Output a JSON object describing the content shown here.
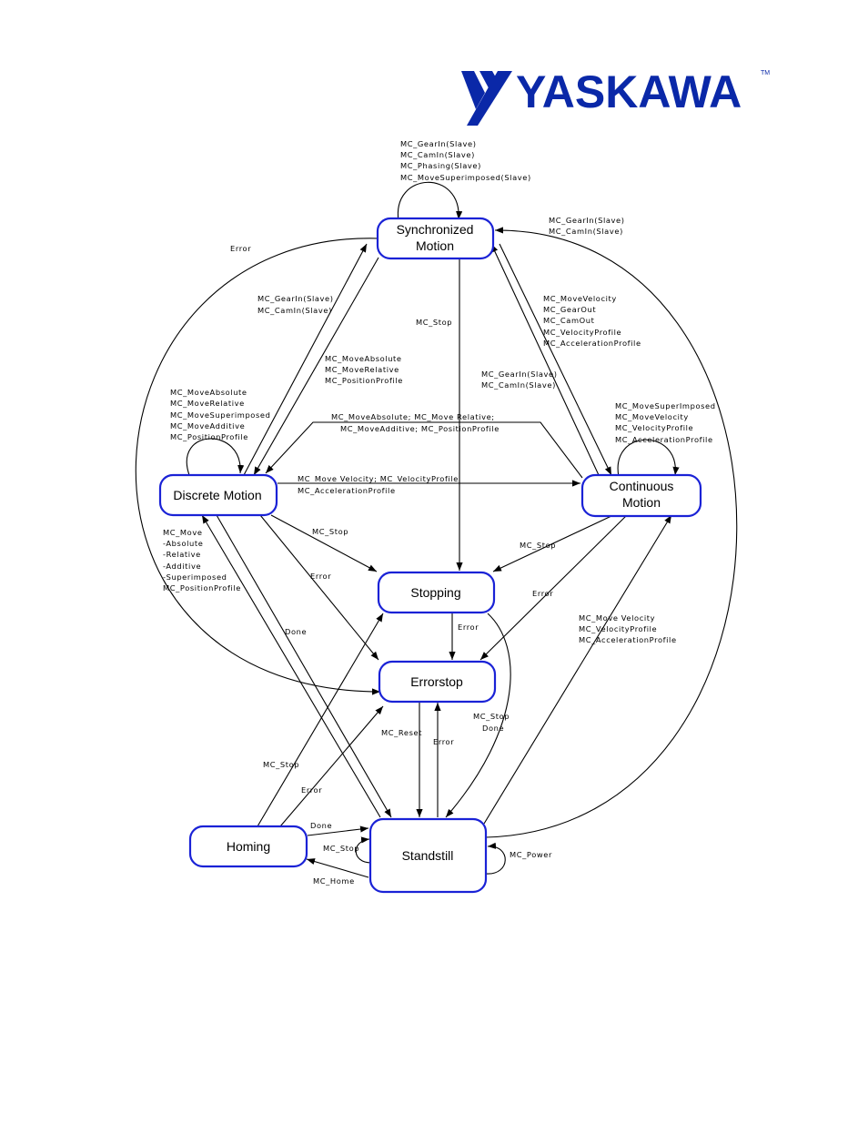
{
  "logo": {
    "brand": "YASKAWA",
    "tm": "TM",
    "color": "#0a28a8"
  },
  "colors": {
    "state_border": "#1a22d6",
    "line": "#000000"
  },
  "states": {
    "synchronized": [
      "Synchronized",
      "Motion"
    ],
    "discrete": "Discrete Motion",
    "continuous": [
      "Continuous",
      "Motion"
    ],
    "stopping": "Stopping",
    "errorstop": "Errorstop",
    "homing": "Homing",
    "standstill": "Standstill"
  },
  "labels": {
    "sync_self": [
      "MC_GearIn(Slave)",
      "MC_CamIn(Slave)",
      "MC_Phasing(Slave)",
      "MC_MoveSuperimposed(Slave)"
    ],
    "sync_from_standstill": [
      "MC_GearIn(Slave)",
      "MC_CamIn(Slave)"
    ],
    "error_left": "Error",
    "sync_from_discrete": [
      "MC_GearIn(Slave)",
      "MC_CamIn(Slave)"
    ],
    "sync_stop": "MC_Stop",
    "sync_to_discrete": [
      "MC_MoveAbsolute",
      "MC_MoveRelative",
      "MC_PositionProfile"
    ],
    "sync_to_continuous": [
      "MC_MoveVelocity",
      "MC_GearOut",
      "MC_CamOut",
      "MC_VelocityProfile",
      "MC_AccelerationProfile"
    ],
    "continuous_to_sync": [
      "MC_GearIn(Slave)",
      "MC_CamIn(Slave)"
    ],
    "discrete_self": [
      "MC_MoveAbsolute",
      "MC_MoveRelative",
      "MC_MoveSuperimposed",
      "MC_MoveAdditive",
      "MC_PositionProfile"
    ],
    "continuous_self": [
      "MC_MoveSuperImposed",
      "MC_MoveVelocity",
      "MC_VelocityProfile",
      "MC_AccelerationProfile"
    ],
    "continuous_to_discrete": [
      "MC_MoveAbsolute; MC_Move Relative;",
      "MC_MoveAdditive; MC_PositionProfile"
    ],
    "discrete_to_continuous": [
      "MC_Move Velocity; MC_VelocityProfile",
      "MC_AccelerationProfile"
    ],
    "discrete_stop": "MC_Stop",
    "continuous_stop": "MC_Stop",
    "discrete_error": "Error",
    "continuous_error": "Error",
    "standstill_to_discrete": [
      "MC_Move",
      "-Absolute",
      "-Relative",
      "-Additive",
      "-Superimposed",
      "MC_PositionProfile"
    ],
    "discrete_done": "Done",
    "stopping_error": "Error",
    "standstill_to_continuous": [
      "MC_Move Velocity",
      "MC_VelocityProfile",
      "MC_AccelerationProfile"
    ],
    "stopping_done": [
      "MC_Stop",
      "Done"
    ],
    "reset": "MC_Reset",
    "standstill_error": "Error",
    "homing_stop": "MC_Stop",
    "homing_error": "Error",
    "homing_done": "Done",
    "standstill_stop": "MC_Stop",
    "power": "MC_Power",
    "home": "MC_Home"
  }
}
